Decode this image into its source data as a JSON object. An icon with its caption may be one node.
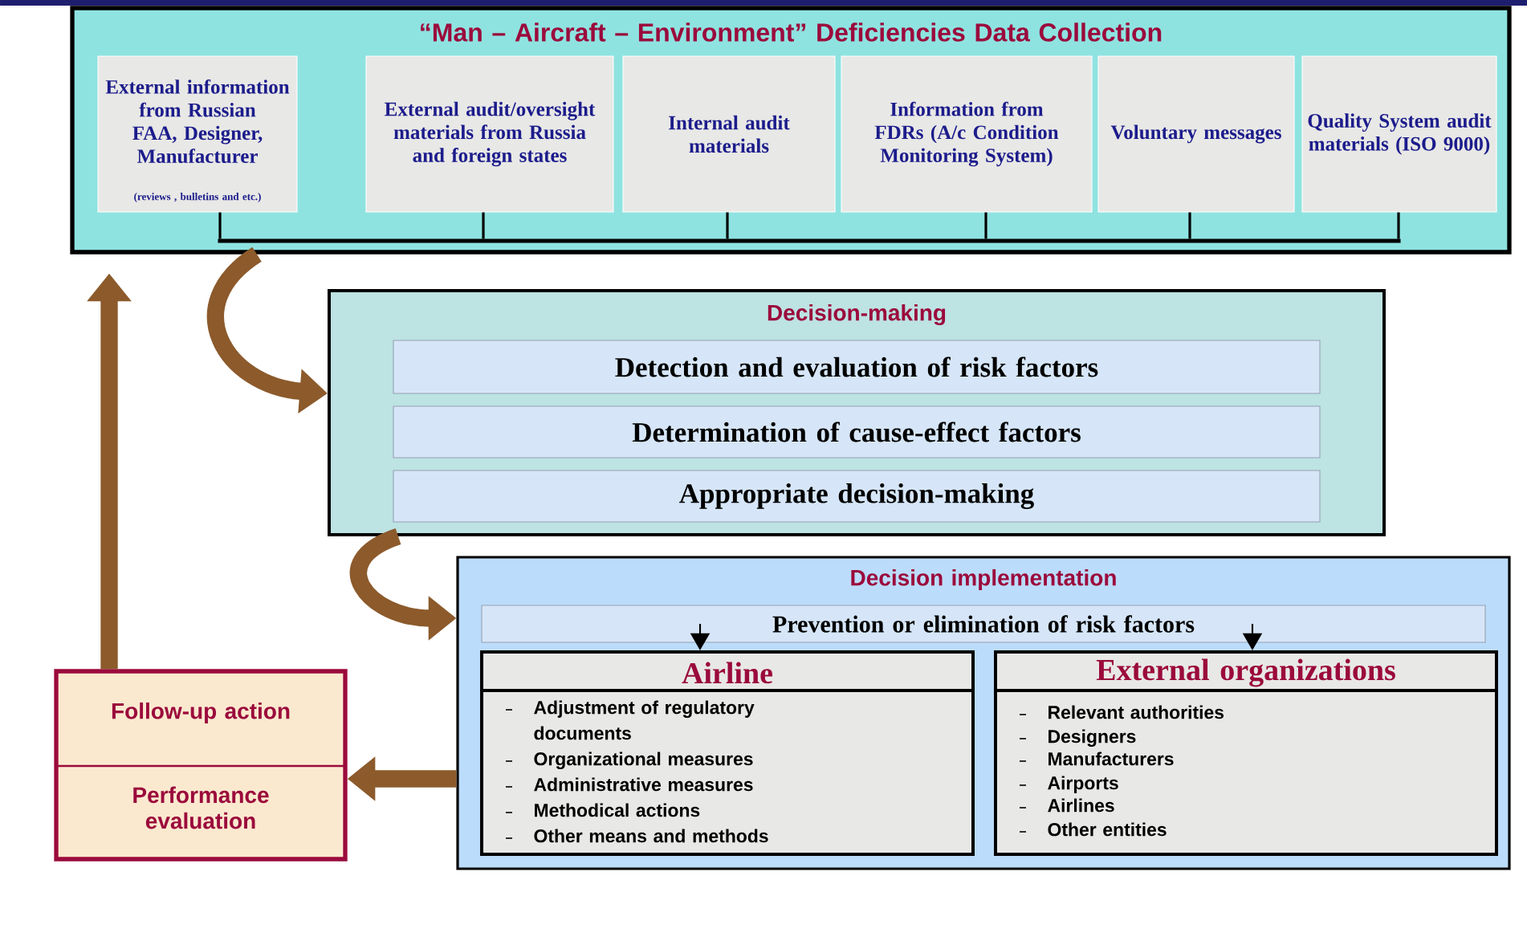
{
  "diagram": {
    "nodes": [
      {
        "text": [
          "“Man – Aircraft – Environment” Deficiencies Data Collection"
        ]
      },
      {
        "text": [
          "External information from Russian FAA, Designer, Manufacturer",
          "(reviews , bulletins and etc.)"
        ],
        "in": 0
      },
      {
        "text": [
          "External audit/oversight materials from Russia and foreign states"
        ],
        "in": 0
      },
      {
        "text": [
          "Internal audit materials"
        ],
        "in": 0
      },
      {
        "text": [
          "Information from FDRs (A/c Condition Monitoring System)"
        ],
        "in": 0
      },
      {
        "text": [
          "Voluntary messages"
        ],
        "in": 0
      },
      {
        "text": [
          "Quality System audit materials (ISO 9000)"
        ],
        "in": 0
      },
      {
        "text": [
          "Decision-making"
        ]
      },
      {
        "text": [
          "Detection and evaluation of risk factors"
        ],
        "in": 7
      },
      {
        "text": [
          "Determination of cause-effect factors"
        ],
        "in": 7
      },
      {
        "text": [
          "Appropriate decision-making"
        ],
        "in": 7
      },
      {
        "text": [
          "Decision implementation"
        ]
      },
      {
        "text": [
          "Prevention or elimination of risk factors"
        ],
        "in": 11
      },
      {
        "text": [
          "Airline",
          "Adjustment of regulatory documents",
          "Organizational measures",
          "Administrative measures",
          "Methodical actions",
          "Other means and methods"
        ],
        "in": 11
      },
      {
        "text": [
          "External organizations",
          "Relevant authorities",
          "Designers",
          "Manufacturers",
          "Airports",
          "Airlines",
          "Other entities"
        ],
        "in": 11
      },
      {
        "text": [
          "Follow-up action",
          "Performance evaluation"
        ]
      },
      {
        "text": [],
        "shape": "bar",
        "in": 0
      }
    ],
    "edges": [
      {
        "from": 0,
        "to": 7,
        "arrow": "to",
        "style": "thick",
        "color": "#8c5a2b"
      },
      {
        "from": 7,
        "to": 11,
        "arrow": "to",
        "style": "thick",
        "color": "#8c5a2b"
      },
      {
        "from": 12,
        "to": 13,
        "arrow": "to"
      },
      {
        "from": 12,
        "to": 14,
        "arrow": "to"
      },
      {
        "from": 11,
        "to": 15,
        "arrow": "to",
        "style": "thick",
        "color": "#8c5a2b"
      },
      {
        "from": 15,
        "to": 0,
        "arrow": "to",
        "style": "thick",
        "color": "#8c5a2b"
      },
      {
        "from": 1,
        "to": 16,
        "arrow": "none"
      },
      {
        "from": 2,
        "to": 16,
        "arrow": "none"
      },
      {
        "from": 3,
        "to": 16,
        "arrow": "none"
      },
      {
        "from": 4,
        "to": 16,
        "arrow": "none"
      },
      {
        "from": 5,
        "to": 16,
        "arrow": "none"
      },
      {
        "from": 6,
        "to": 16,
        "arrow": "none"
      }
    ]
  }
}
